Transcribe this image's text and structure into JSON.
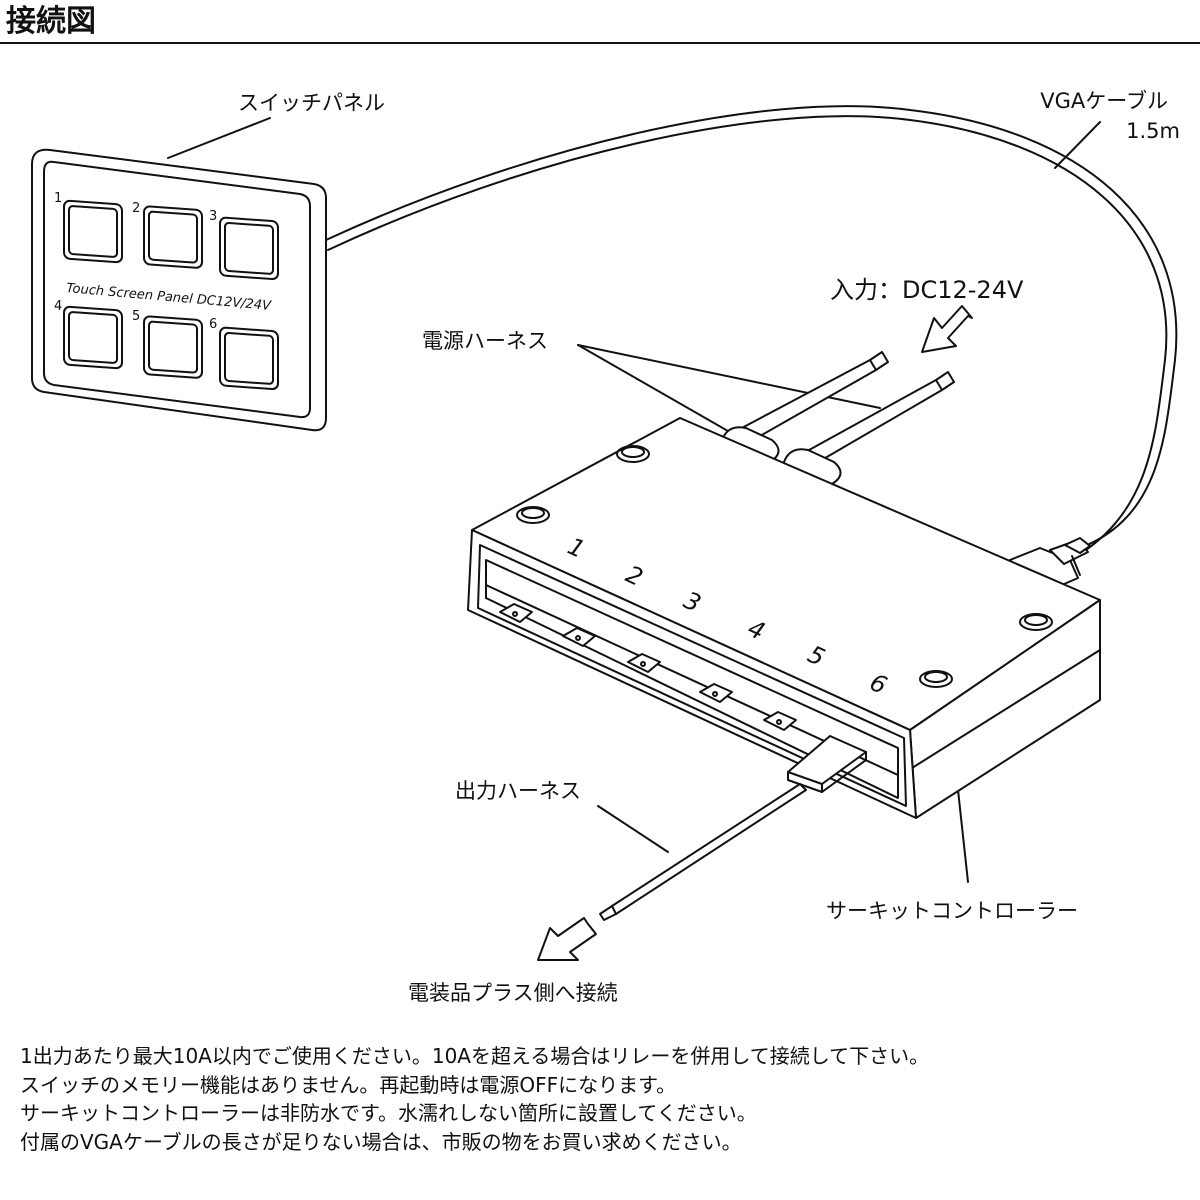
{
  "title": "接続図",
  "labels": {
    "switch_panel": "スイッチパネル",
    "vga_cable": "VGAケーブル",
    "vga_length": "1.5m",
    "input": "入力：DC12-24V",
    "power_harness": "電源ハーネス",
    "output_harness": "出力ハーネス",
    "circuit_controller": "サーキットコントローラー",
    "connect_to": "電装品プラス側へ接続"
  },
  "panel": {
    "text": "Touch Screen Panel DC12V/24V",
    "button_numbers": [
      "1",
      "2",
      "3",
      "4",
      "5",
      "6"
    ]
  },
  "controller": {
    "channel_numbers": [
      "1",
      "2",
      "3",
      "4",
      "5",
      "6"
    ]
  },
  "notes": [
    "1出力あたり最大10A以内でご使用ください。10Aを超える場合はリレーを併用して接続して下さい。",
    "スイッチのメモリー機能はありません。再起動時は電源OFFになります。",
    "サーキットコントローラーは非防水です。水濡れしない箇所に設置してください。",
    "付属のVGAケーブルの長さが足りない場合は、市販の物をお買い求めください。"
  ],
  "colors": {
    "line": "#111111",
    "background": "#ffffff"
  }
}
